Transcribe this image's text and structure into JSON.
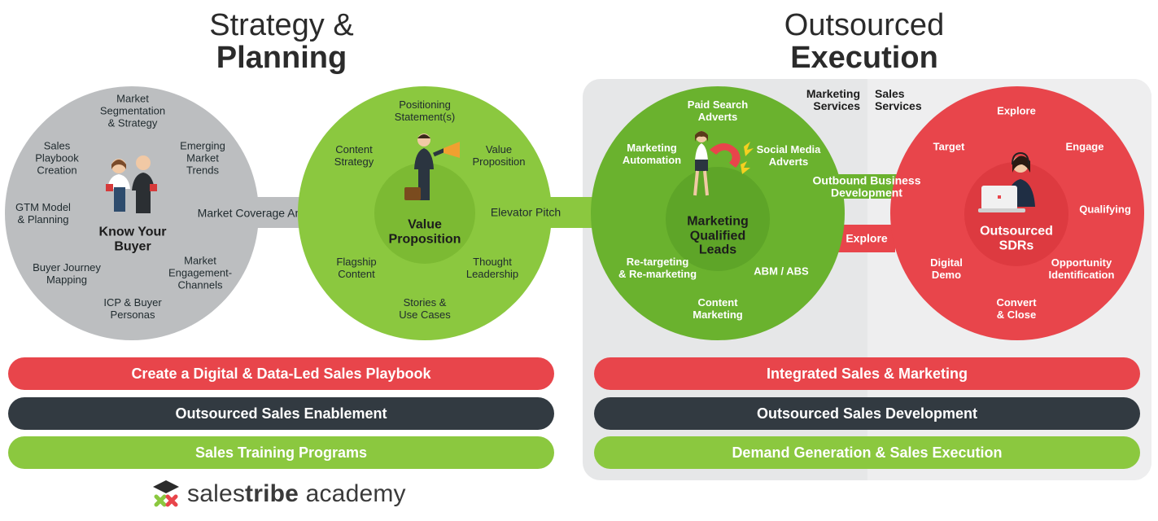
{
  "headers": {
    "strategy_line1": "Strategy &",
    "strategy_line2": "Planning",
    "execution_line1": "Outsourced",
    "execution_line2": "Execution"
  },
  "services": {
    "marketing": "Marketing\nServices",
    "sales": "Sales\nServices"
  },
  "circle1": {
    "center": "Know Your\nBuyer",
    "labels": [
      "Market\nSegmentation\n& Strategy",
      "Sales\nPlaybook\nCreation",
      "Emerging\nMarket\nTrends",
      "GTM Model\n& Planning",
      "Buyer Journey\nMapping",
      "Market\nEngagement-\nChannels",
      "ICP & Buyer\nPersonas"
    ]
  },
  "arrow1_label": "Market Coverage Analysis",
  "circle2": {
    "center": "Value\nProposition",
    "labels": [
      "Positioning\nStatement(s)",
      "Content\nStrategy",
      "Value\nProposition",
      "Flagship\nContent",
      "Thought\nLeadership",
      "Stories &\nUse Cases"
    ]
  },
  "arrow2_label": "Elevator Pitch",
  "circle3": {
    "center": "Marketing\nQualified\nLeads",
    "labels": [
      "Paid Search\nAdverts",
      "Marketing\nAutomation",
      "Social Media\nAdverts",
      "Re-targeting\n& Re-marketing",
      "ABM / ABS",
      "Content\nMarketing"
    ]
  },
  "arrow3_label": "Outbound Business\nDevelopment",
  "arrow4_label": "Explore",
  "circle4": {
    "center": "Outsourced\nSDRs",
    "labels": [
      "Explore",
      "Target",
      "Engage",
      "Qualifying",
      "Digital\nDemo",
      "Opportunity\nIdentification",
      "Convert\n& Close"
    ]
  },
  "bars_left": [
    "Create a Digital & Data-Led Sales Playbook",
    "Outsourced Sales Enablement",
    "Sales Training Programs"
  ],
  "bars_right": [
    "Integrated Sales & Marketing",
    "Outsourced Sales Development",
    "Demand Generation & Sales Execution"
  ],
  "logo": {
    "part1": "sales",
    "part2": "tribe",
    "part3": " academy"
  },
  "colors": {
    "grey_circle": "#bcbec0",
    "green_light": "#8bc83f",
    "green_dark": "#6ab22e",
    "red": "#e8454b",
    "dark": "#323a41"
  }
}
